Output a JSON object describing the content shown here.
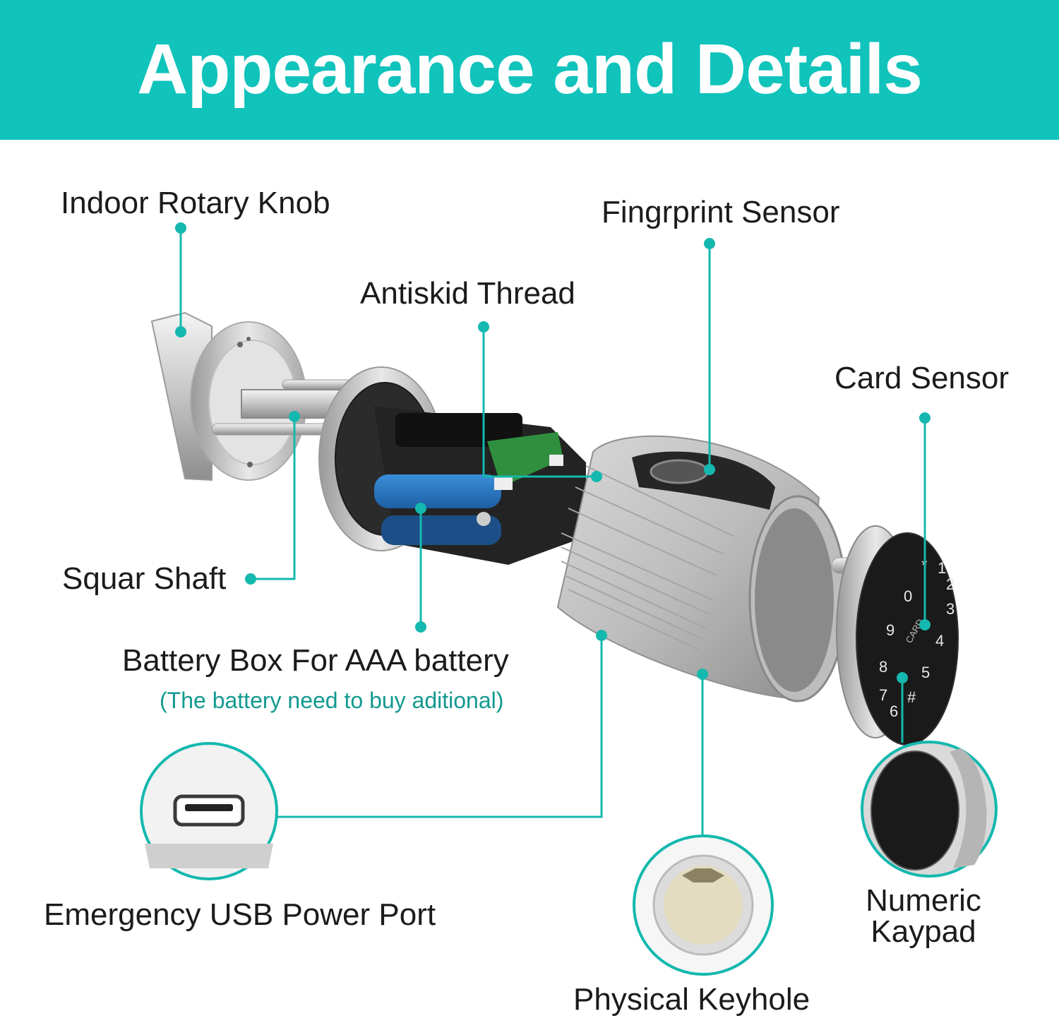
{
  "header": {
    "title": "Appearance and Details",
    "background_color": "#10c3bb"
  },
  "accent_color": "#14b8ae",
  "callouts": {
    "indoor_rotary_knob": "Indoor Rotary Knob",
    "fingerprint_sensor": "Fingrprint Sensor",
    "antiskid_thread": "Antiskid Thread",
    "card_sensor": "Card Sensor",
    "square_shaft": "Squar Shaft",
    "battery_box": "Battery Box For AAA battery",
    "battery_note": "(The battery need to buy aditional)",
    "usb_port": "Emergency USB Power Port",
    "keypad_line1": "Numeric",
    "keypad_line2": "Kaypad",
    "keyhole": "Physical Keyhole"
  },
  "keypad": {
    "card_text": "CARD",
    "keys": [
      "*",
      "1",
      "2",
      "0",
      "9",
      "3",
      "8",
      "4",
      "7",
      "#",
      "6",
      "5"
    ]
  }
}
